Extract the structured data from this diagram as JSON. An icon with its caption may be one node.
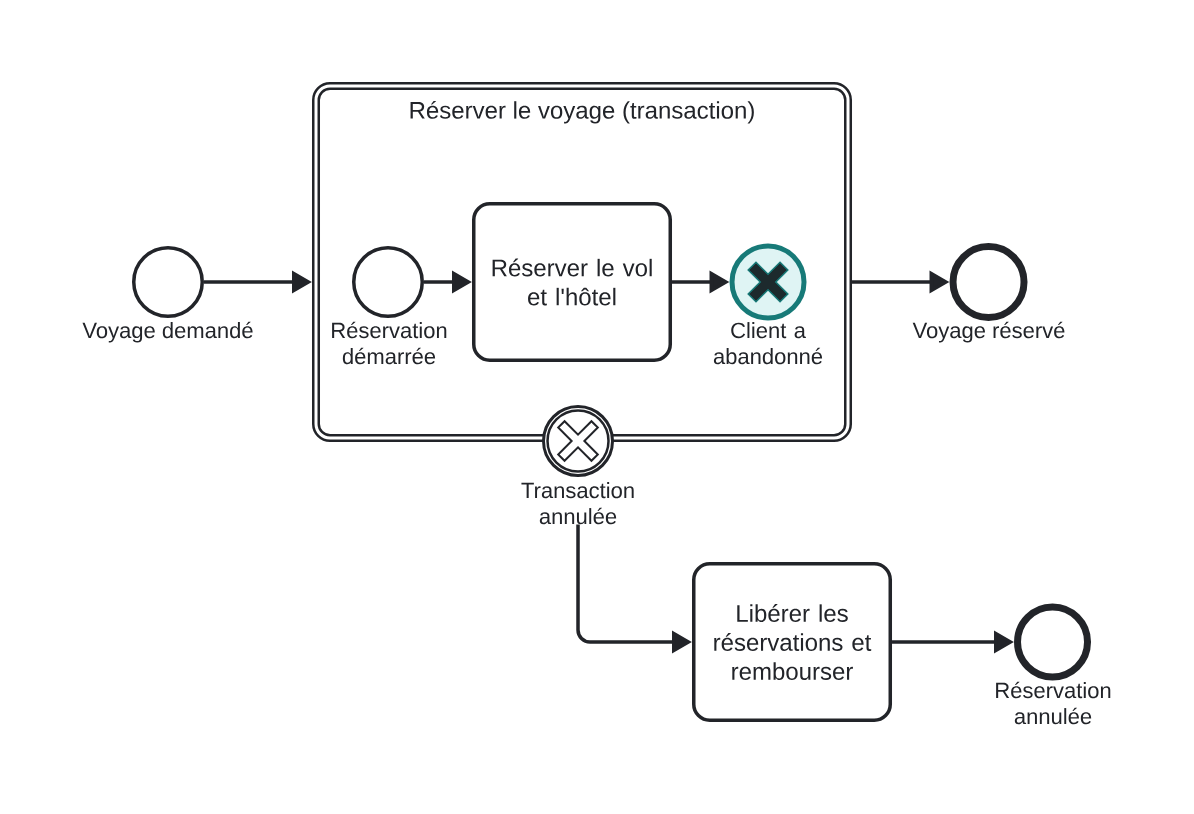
{
  "diagram": {
    "nodes": [
      {
        "text": [],
        "shape": "circle",
        "beside": [
          "Voyage demandé"
        ]
      },
      {
        "text": [
          "Réserver le voyage (transaction)"
        ]
      },
      {
        "text": [],
        "shape": "circle",
        "beside": [
          "Réservation démarrée"
        ],
        "in": 1
      },
      {
        "text": [
          "Réserver le vol et l'hôtel"
        ],
        "in": 1
      },
      {
        "text": [],
        "shape": "circle",
        "beside": [
          "Client a abandonné"
        ],
        "in": 1
      },
      {
        "text": [],
        "shape": "circle",
        "beside": [
          "Voyage réservé"
        ]
      },
      {
        "text": [],
        "shape": "circle",
        "beside": [
          "Transaction annulée"
        ]
      },
      {
        "text": [
          "Libérer les réservations et rembourser"
        ]
      },
      {
        "text": [],
        "shape": "circle",
        "beside": [
          "Réservation annulée"
        ]
      }
    ],
    "edges": [
      {
        "from": 0,
        "to": 1,
        "arrow": "to"
      },
      {
        "from": 2,
        "to": 3,
        "arrow": "to"
      },
      {
        "from": 3,
        "to": 4,
        "arrow": "to"
      },
      {
        "from": 1,
        "to": 5,
        "arrow": "to"
      },
      {
        "from": 6,
        "to": 7,
        "arrow": "to"
      },
      {
        "from": 7,
        "to": 8,
        "arrow": "to"
      }
    ]
  }
}
